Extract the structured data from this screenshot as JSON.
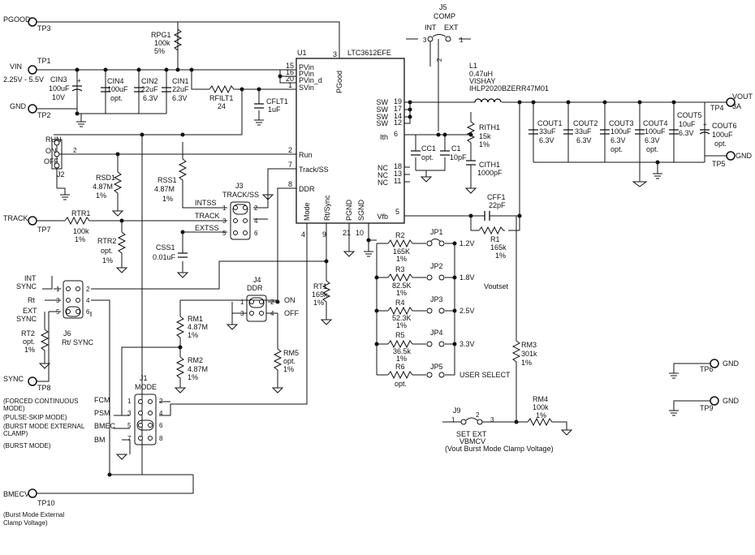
{
  "ic": {
    "refdes": "U1",
    "part": "LTC3612EFE",
    "left_pins": [
      {
        "num": "15",
        "name": "PVin"
      },
      {
        "num": "16",
        "name": "PVin"
      },
      {
        "num": "20",
        "name": "PVin_d"
      },
      {
        "num": "1",
        "name": "SVin"
      },
      {
        "num": "2",
        "name": "Run"
      },
      {
        "num": "7",
        "name": "Track/SS"
      },
      {
        "num": "8",
        "name": "DDR"
      }
    ],
    "right_pins": [
      {
        "num": "19",
        "name": "SW"
      },
      {
        "num": "17",
        "name": "SW"
      },
      {
        "num": "14",
        "name": "SW"
      },
      {
        "num": "12",
        "name": "SW"
      },
      {
        "num": "6",
        "name": "Ith"
      },
      {
        "num": "18",
        "name": "NC"
      },
      {
        "num": "13",
        "name": "NC"
      },
      {
        "num": "11",
        "name": "NC"
      },
      {
        "num": "5",
        "name": "Vfb"
      }
    ],
    "top_pin": {
      "num": "3",
      "name": "PGood"
    },
    "bottom_pins": [
      {
        "num": "4",
        "name": "Mode"
      },
      {
        "num": "9",
        "name": "Rt/Sync"
      },
      {
        "num": "21",
        "name": "PGND"
      },
      {
        "num": "10",
        "name": "SGND"
      }
    ]
  },
  "terminals": {
    "pgood": {
      "label": "PGOOD",
      "tp": "TP3"
    },
    "vin": {
      "label": "VIN",
      "tp": "TP1",
      "range": "2.25V - 5.5V"
    },
    "gnd_in": {
      "label": "GND",
      "tp": "TP2"
    },
    "run": {
      "label": "RUN",
      "on": "ON",
      "off": "OFF"
    },
    "track": {
      "label": "TRACK",
      "tp": "TP7"
    },
    "sync": {
      "label": "SYNC",
      "tp": "TP8"
    },
    "bmecv": {
      "label": "BMECV",
      "tp": "TP10",
      "note": [
        "(Burst Mode External",
        "Clamp Voltage)"
      ]
    },
    "vout": {
      "label": "VOUT",
      "sub": "3A",
      "tp": "TP4"
    },
    "gnd_out": {
      "label": "GND",
      "tp": "TP5"
    },
    "gnd6": {
      "label": "GND",
      "tp": "TP6"
    },
    "gnd9": {
      "label": "GND",
      "tp": "TP9"
    }
  },
  "components": {
    "rpg1": [
      "RPG1",
      "100k",
      "5%"
    ],
    "cin3": [
      "CIN3",
      "100uF",
      "10V"
    ],
    "cin4": [
      "CIN4",
      "100uF",
      "opt."
    ],
    "cin2": [
      "CIN2",
      "22uF",
      "6.3V"
    ],
    "cin1": [
      "CIN1",
      "22uF",
      "6.3V"
    ],
    "rfilt1": [
      "RFILT1",
      "24"
    ],
    "cflt1": [
      "CFLT1",
      "1uF"
    ],
    "rsd1": [
      "RSD1",
      "4.87M",
      "1%"
    ],
    "j2": [
      "J2"
    ],
    "rss1": [
      "RSS1",
      "4.87M",
      "1%"
    ],
    "css1": [
      "CSS1",
      "0.01uF"
    ],
    "rtr1": [
      "RTR1",
      "100k",
      "1%"
    ],
    "rtr2": [
      "RTR2",
      "opt.",
      "1%"
    ],
    "rt1": [
      "RT1",
      "165k",
      "1%"
    ],
    "rt2": [
      "RT2",
      "opt.",
      "1%"
    ],
    "rm1": [
      "RM1",
      "4.87M",
      "1%"
    ],
    "rm2": [
      "RM2",
      "4.87M",
      "1%"
    ],
    "rm5": [
      "RM5",
      "opt.",
      "1%"
    ],
    "rm3": [
      "RM3",
      "301k",
      "1%"
    ],
    "rm4": [
      "RM4",
      "100k",
      "1%"
    ],
    "l1": [
      "L1",
      "0.47uH",
      "VISHAY",
      "IHLP2020BZERR47M01"
    ],
    "rith1": [
      "RITH1",
      "15k",
      "1%"
    ],
    "cc1": [
      "CC1",
      "opt."
    ],
    "c1": [
      "C1",
      "10pF"
    ],
    "cith1": [
      "CITH1",
      "1000pF"
    ],
    "cff1": [
      "CFF1",
      "22pF"
    ],
    "r1": [
      "R1",
      "165k",
      "1%"
    ],
    "cout1": [
      "COUT1",
      "33uF",
      "6.3V"
    ],
    "cout2": [
      "COUT2",
      "33uF",
      "6.3V"
    ],
    "cout3": [
      "COUT3",
      "100uF",
      "6.3V",
      "opt."
    ],
    "cout4": [
      "COUT4",
      "100uF",
      "6.3V",
      "opt."
    ],
    "cout5": [
      "COUT5",
      "10uF",
      "6.3V"
    ],
    "cout6": [
      "COUT6",
      "100uF",
      "opt."
    ]
  },
  "jumpers": {
    "j5": {
      "title": [
        "J5",
        "COMP"
      ],
      "labels": [
        "INT",
        "EXT"
      ],
      "pins": [
        "3",
        "1",
        "2"
      ]
    },
    "j3": {
      "title": [
        "J3",
        "TRACK/SS"
      ],
      "options": [
        "INTSS",
        "TRACK",
        "EXTSS"
      ],
      "pins": [
        "1",
        "2",
        "3",
        "4",
        "5",
        "6"
      ]
    },
    "j4": {
      "title": [
        "J4",
        "DDR"
      ],
      "options": [
        "ON",
        "OFF"
      ],
      "pins": [
        "1",
        "2",
        "3",
        "4"
      ]
    },
    "j6": {
      "title": [
        "J6",
        "Rt/ SYNC"
      ],
      "options": [
        [
          "INT",
          "SYNC"
        ],
        [
          "Rt"
        ],
        [
          "EXT",
          "SYNC"
        ]
      ],
      "pins": [
        "1",
        "2",
        "3",
        "4",
        "5",
        "6"
      ]
    },
    "j1": {
      "title": [
        "J1",
        "MODE"
      ],
      "options": [
        "FCM",
        "PSM",
        "BMEC",
        "BM"
      ],
      "pins": [
        "1",
        "2",
        "3",
        "4",
        "5",
        "6",
        "7",
        "8"
      ]
    },
    "j9": {
      "title": "J9",
      "labels": [
        "SET EXT",
        "VBMCV",
        "(Vout Burst Mode Clamp Voltage)"
      ],
      "pins": [
        "1",
        "3",
        "2"
      ]
    }
  },
  "mode_notes": [
    "(FORCED CONTINUOUS",
    "MODE)",
    "(PULSE-SKIP MODE)",
    "(BURST MODE EXTERNAL",
    "CLAMP)",
    "(BURST MODE)"
  ],
  "voutset": {
    "title": "Voutset",
    "rows": [
      {
        "r": [
          "R2",
          "165K",
          "1%"
        ],
        "jp": "JP1",
        "v": "1.2V"
      },
      {
        "r": [
          "R3",
          "82.5K",
          "1%"
        ],
        "jp": "JP2",
        "v": "1.8V"
      },
      {
        "r": [
          "R4",
          "52.3K",
          "1%"
        ],
        "jp": "JP3",
        "v": "2.5V"
      },
      {
        "r": [
          "R5",
          "36.5k",
          "1%"
        ],
        "jp": "JP4",
        "v": "3.3V"
      },
      {
        "r": [
          "R6",
          "opt."
        ],
        "jp": "JP5",
        "v": "USER SELECT"
      }
    ]
  }
}
